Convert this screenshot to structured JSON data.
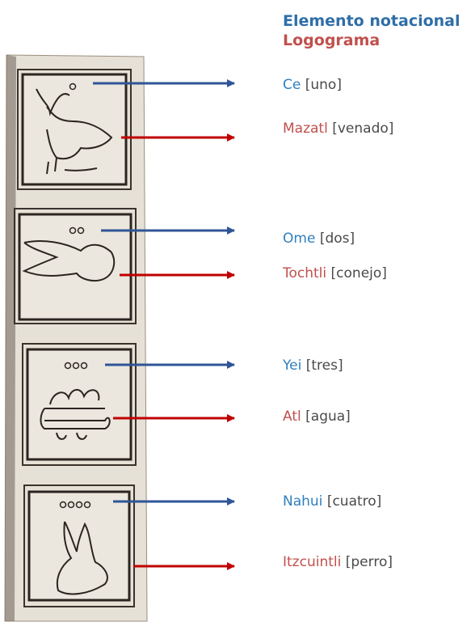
{
  "legend": {
    "notational": "Elemento notacional",
    "logogram": "Logograma"
  },
  "signs": [
    {
      "numeral": {
        "name": "Ce",
        "gloss": "[uno]"
      },
      "logogram": {
        "name": "Mazatl",
        "gloss": "[venado]"
      }
    },
    {
      "numeral": {
        "name": "Ome",
        "gloss": "[dos]"
      },
      "logogram": {
        "name": "Tochtli",
        "gloss": "[conejo]"
      }
    },
    {
      "numeral": {
        "name": "Yei",
        "gloss": "[tres]"
      },
      "logogram": {
        "name": "Atl",
        "gloss": "[agua]"
      }
    },
    {
      "numeral": {
        "name": "Nahui",
        "gloss": "[cuatro]"
      },
      "logogram": {
        "name": "Itzcuintli",
        "gloss": "[perro]"
      }
    }
  ],
  "colors": {
    "notational": "#2f6ea8",
    "logogram": "#c0504d",
    "blue_arrow": "#2f5597",
    "red_arrow": "#c00000",
    "paper": "#e6e1d6"
  }
}
